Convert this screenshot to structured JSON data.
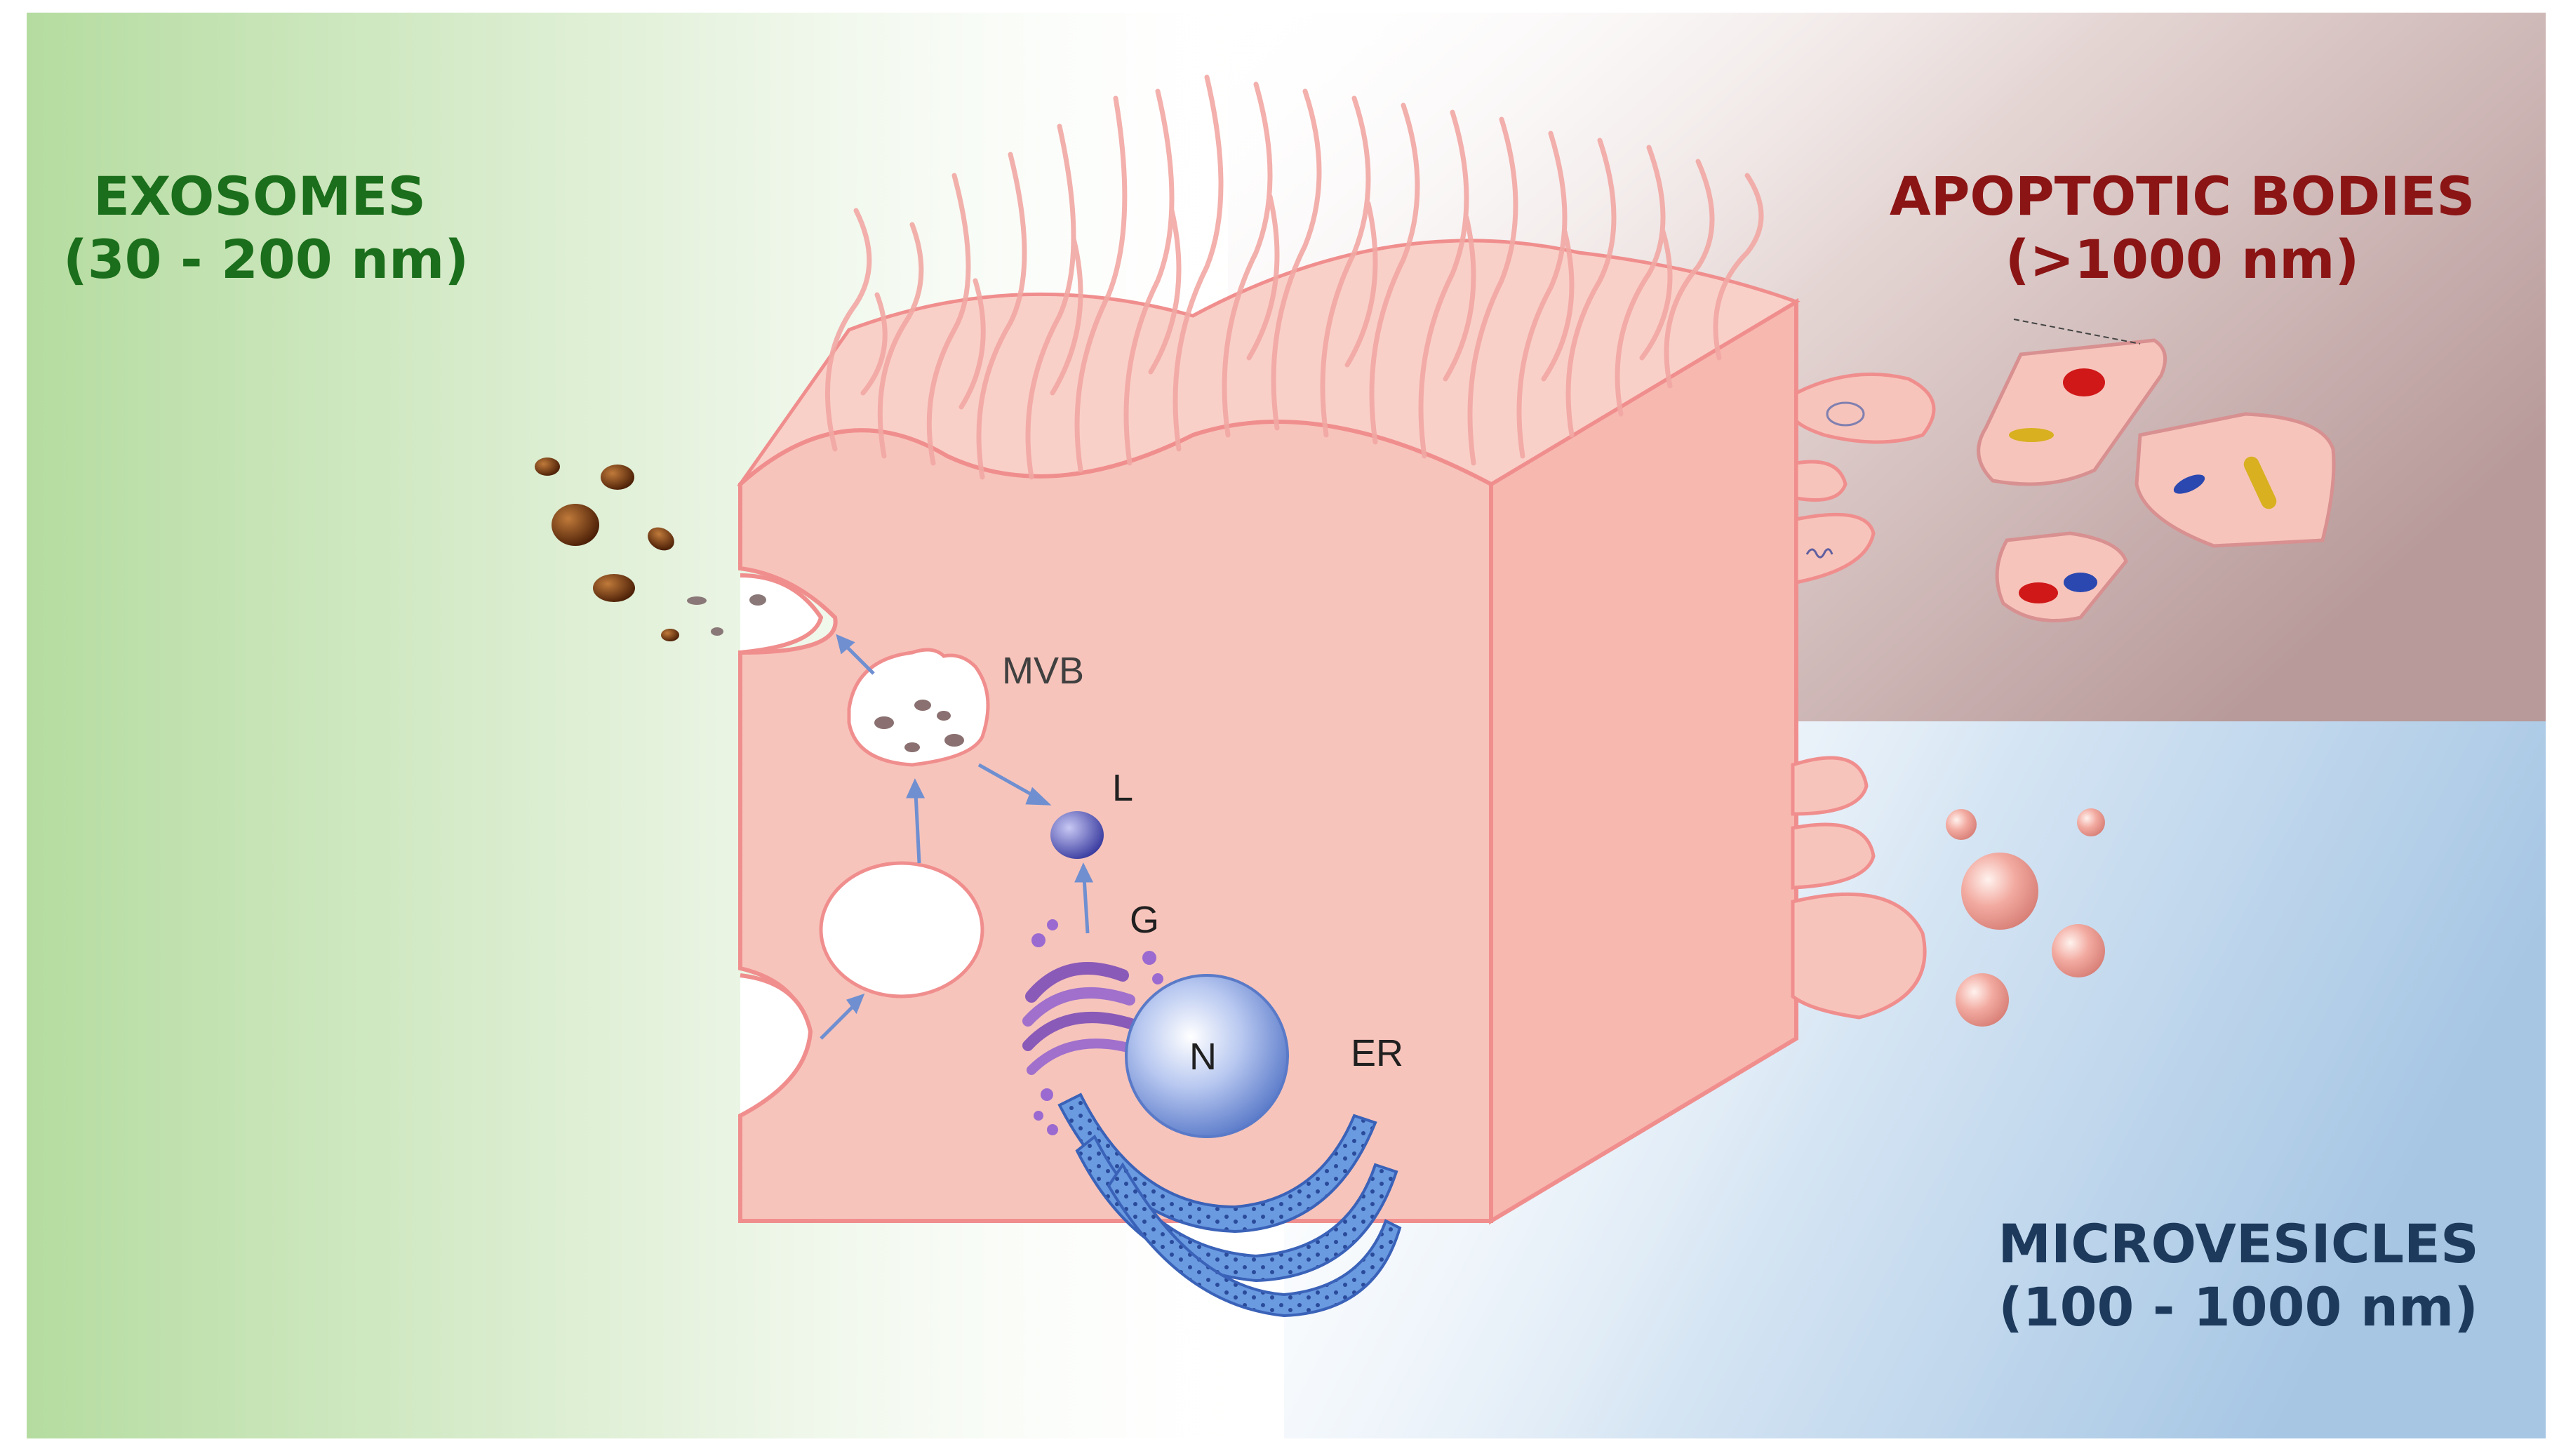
{
  "categories": {
    "exosomes": {
      "name": "EXOSOMES",
      "size": "(30 - 200 nm)",
      "color": "#1b6e1b"
    },
    "apoptotic_bodies": {
      "name": "APOPTOTIC BODIES",
      "size": "(>1000 nm)",
      "color": "#8b1414"
    },
    "microvesicles": {
      "name": "MICROVESICLES",
      "size": "(100 - 1000 nm)",
      "color": "#1d3a5c"
    }
  },
  "organelles": {
    "mvb": "MVB",
    "lysosome": "L",
    "golgi": "G",
    "nucleus": "N",
    "er": "ER"
  },
  "colors": {
    "cell_fill": "#f7c4bb",
    "cell_edge": "#f08e8e",
    "background_green": "#b5dca0",
    "background_mauve": "#b89a9a",
    "background_blue": "#a6c6e4"
  }
}
